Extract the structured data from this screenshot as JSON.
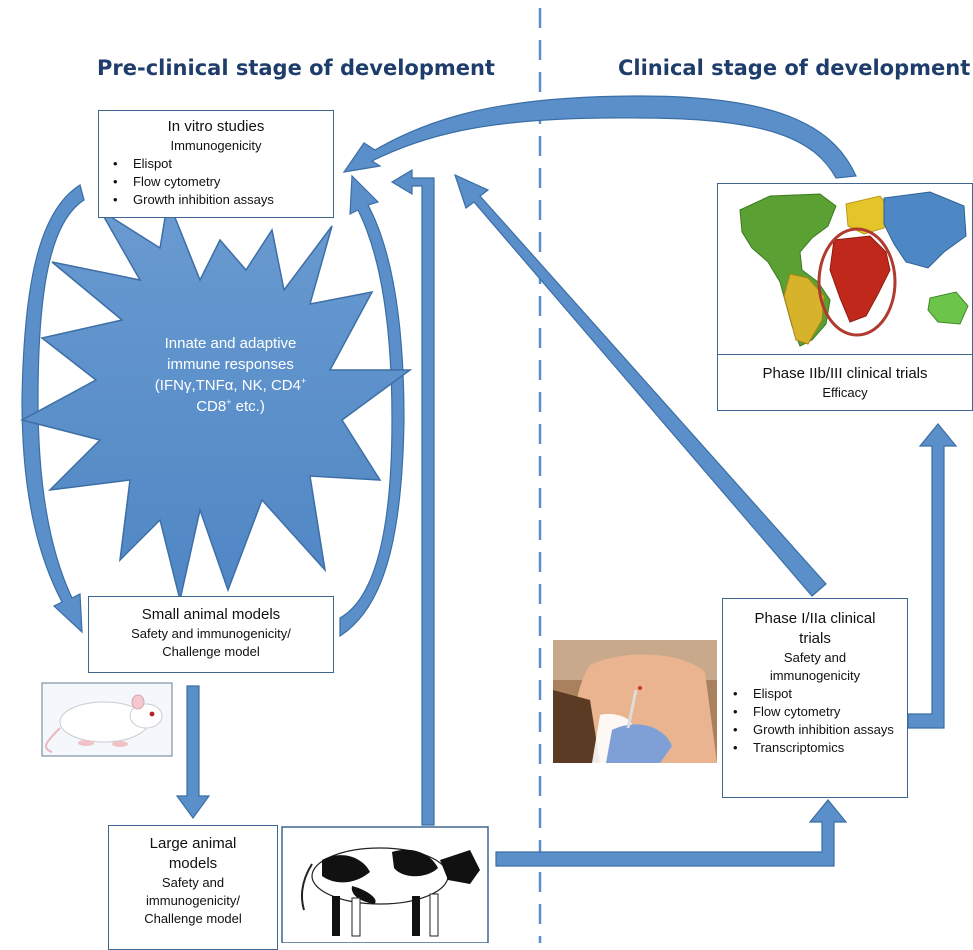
{
  "headings": {
    "preclinical": "Pre-clinical stage of development",
    "clinical": "Clinical stage of development"
  },
  "invitro": {
    "title": "In vitro studies",
    "subtitle": "Immunogenicity",
    "items": [
      "Elispot",
      "Flow cytometry",
      "Growth inhibition assays"
    ]
  },
  "burst": {
    "line1": "Innate and adaptive",
    "line2": "immune responses",
    "line3_prefix": "(IFNγ,TNFα, NK, CD4",
    "line4_prefix": "CD8",
    "plus": "+",
    "line4_suffix": " etc.)"
  },
  "small_animal": {
    "title": "Small animal models",
    "line1": "Safety and immunogenicity/",
    "line2": "Challenge model"
  },
  "large_animal": {
    "title1": "Large animal",
    "title2": "models",
    "line1": "Safety and",
    "line2": "immunogenicity/",
    "line3": "Challenge model"
  },
  "phase1": {
    "title1": "Phase I/IIa clinical",
    "title2": "trials",
    "sub1": "Safety and",
    "sub2": "immunogenicity",
    "items": [
      "Elispot",
      "Flow cytometry",
      "Growth inhibition assays",
      "Transcriptomics"
    ]
  },
  "phase3": {
    "title": "Phase IIb/III clinical trials",
    "subtitle": "Efficacy"
  },
  "colors": {
    "arrow_fill": "#5b8fc9",
    "arrow_stroke": "#3a6ea5",
    "heading": "#1f3d6b",
    "highlight_circle": "#b03a2e"
  },
  "icons": [
    "mouse-photo",
    "cow-photo",
    "injection-photo",
    "world-map"
  ]
}
